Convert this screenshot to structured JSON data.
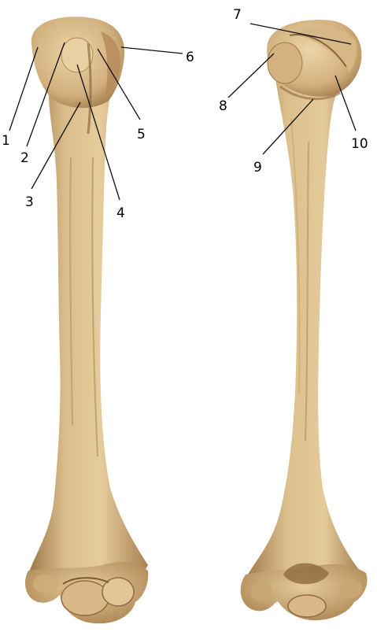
{
  "colors": {
    "bone_light": "#e3c898",
    "bone_mid": "#c8a474",
    "bone_shadow": "#a07a4c",
    "bone_dark": "#7a5a34",
    "leader_line": "#111111",
    "background": "#ffffff"
  },
  "callouts": [
    {
      "number": "1"
    },
    {
      "number": "2"
    },
    {
      "number": "3"
    },
    {
      "number": "4"
    },
    {
      "number": "5"
    },
    {
      "number": "6"
    },
    {
      "number": "7"
    },
    {
      "number": "8"
    },
    {
      "number": "9"
    },
    {
      "number": "10"
    }
  ]
}
